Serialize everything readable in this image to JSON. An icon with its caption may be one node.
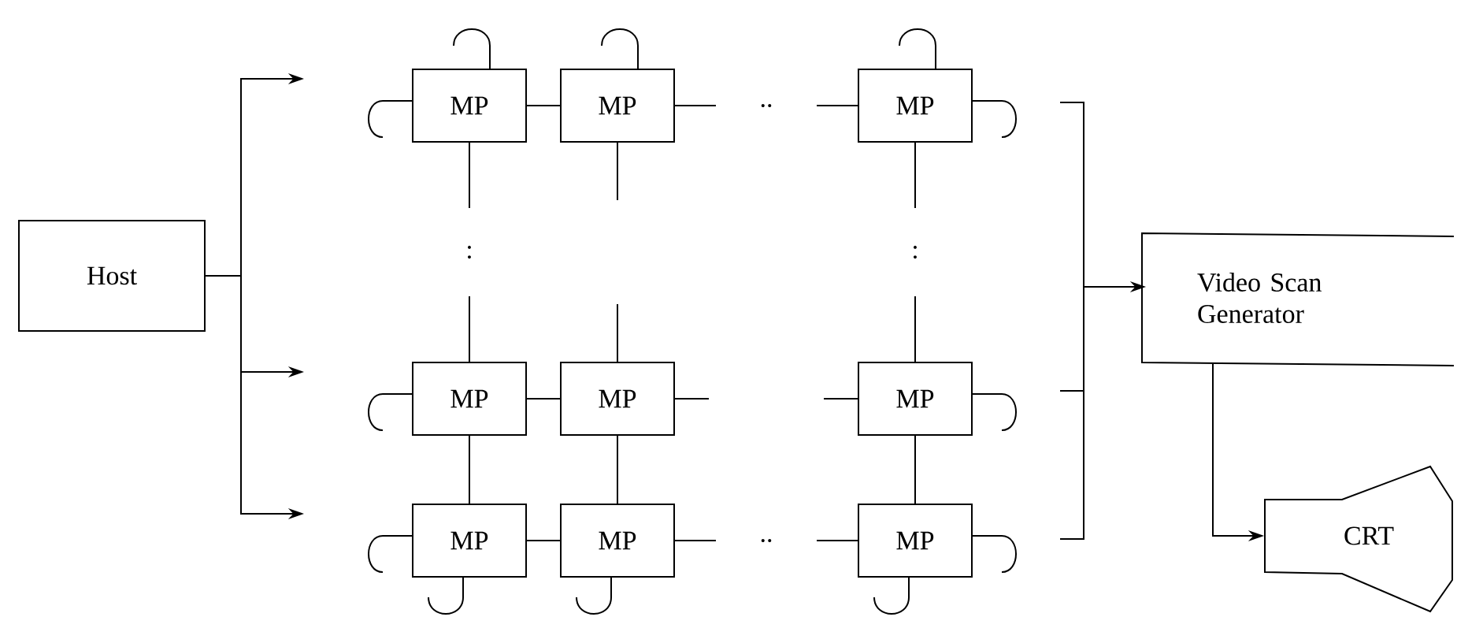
{
  "diagram": {
    "nodes": [
      {
        "text": [
          "Host"
        ]
      },
      {
        "text": [
          "MP"
        ]
      },
      {
        "text": [
          "MP"
        ]
      },
      {
        "text": [
          "MP"
        ]
      },
      {
        "text": [
          "MP"
        ]
      },
      {
        "text": [
          "MP"
        ]
      },
      {
        "text": [
          "MP"
        ]
      },
      {
        "text": [
          "MP"
        ]
      },
      {
        "text": [
          "MP"
        ]
      },
      {
        "text": [
          "MP"
        ]
      },
      {
        "text": [
          "Video Scan Generator"
        ]
      },
      {
        "text": [
          "CRT"
        ]
      },
      {
        "text": [],
        "shape": "bracket"
      }
    ],
    "edges": [
      {
        "from": 0,
        "to": 1,
        "arrow": "to"
      },
      {
        "from": 0,
        "to": 4,
        "arrow": "to"
      },
      {
        "from": 0,
        "to": 7,
        "arrow": "to"
      },
      {
        "from": 1,
        "to": 2,
        "arrow": "none"
      },
      {
        "from": 2,
        "to": 3,
        "arrow": "none",
        "label": ".."
      },
      {
        "from": 4,
        "to": 5,
        "arrow": "none"
      },
      {
        "from": 7,
        "to": 8,
        "arrow": "none"
      },
      {
        "from": 8,
        "to": 9,
        "arrow": "none",
        "label": ".."
      },
      {
        "from": 1,
        "to": 4,
        "arrow": "none",
        "label": ":"
      },
      {
        "from": 3,
        "to": 6,
        "arrow": "none",
        "label": ":"
      },
      {
        "from": 4,
        "to": 7,
        "arrow": "none"
      },
      {
        "from": 5,
        "to": 8,
        "arrow": "none"
      },
      {
        "from": 6,
        "to": 9,
        "arrow": "none"
      },
      {
        "from": 12,
        "to": 10,
        "arrow": "to"
      },
      {
        "from": 10,
        "to": 11,
        "arrow": "to"
      }
    ]
  }
}
